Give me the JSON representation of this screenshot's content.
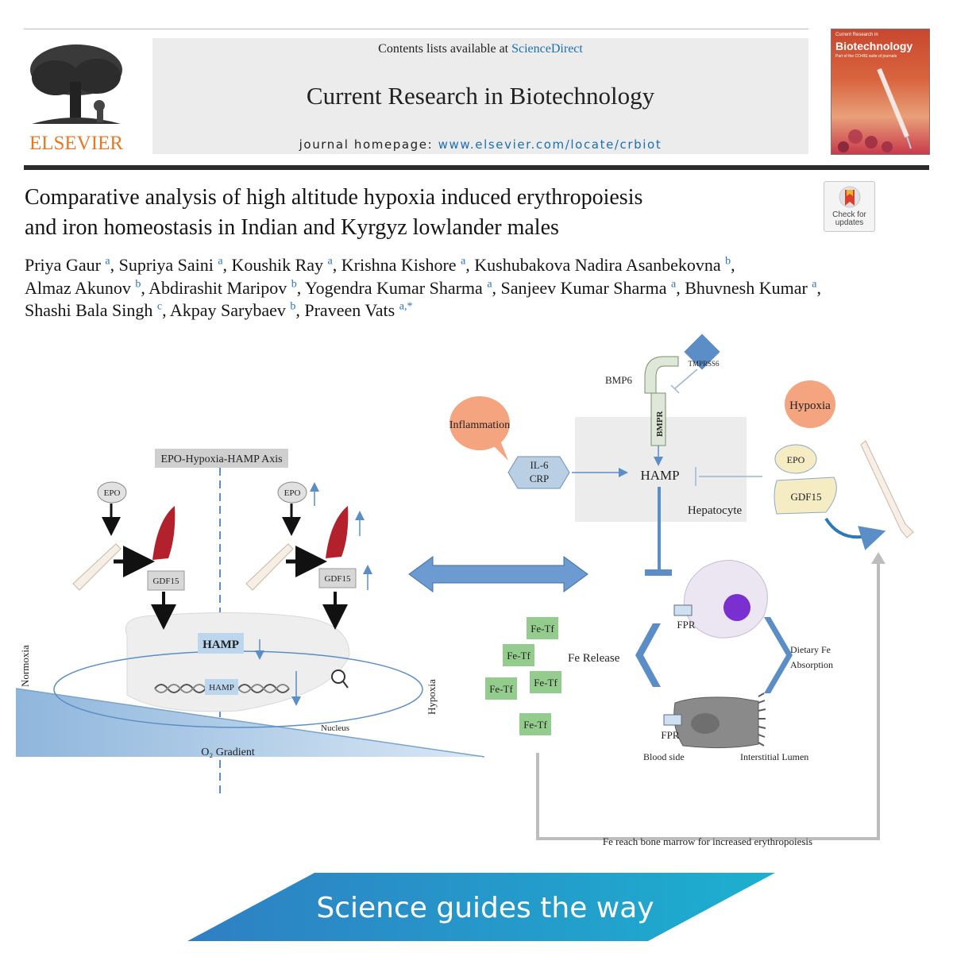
{
  "header": {
    "publisher": "ELSEVIER",
    "contents_prefix": "Contents lists available at ",
    "contents_link": "ScienceDirect",
    "journal_title": "Current Research in Biotechnology",
    "homepage_prefix": "journal homepage: ",
    "homepage_url": "www.elsevier.com/locate/crbiot",
    "cover_series": "Current Research in",
    "cover_title": "Biotechnology",
    "cover_subtitle": "Part of the CO•RE suite of journals"
  },
  "article": {
    "title_line1": "Comparative analysis of high altitude hypoxia induced erythropoiesis",
    "title_line2": "and iron homeostasis in Indian and Kyrgyz lowlander males",
    "check_updates_line1": "Check for",
    "check_updates_line2": "updates",
    "authors": [
      {
        "name": "Priya Gaur",
        "aff": "a",
        "sep": ", "
      },
      {
        "name": "Supriya Saini",
        "aff": "a",
        "sep": ", "
      },
      {
        "name": "Koushik Ray",
        "aff": "a",
        "sep": ", "
      },
      {
        "name": "Krishna Kishore",
        "aff": "a",
        "sep": ", "
      },
      {
        "name": "Kushubakova Nadira Asanbekovna",
        "aff": "b",
        "sep": ","
      },
      {
        "name": "Almaz Akunov",
        "aff": "b",
        "sep": ", "
      },
      {
        "name": "Abdirashit Maripov",
        "aff": "b",
        "sep": ", "
      },
      {
        "name": "Yogendra Kumar Sharma",
        "aff": "a",
        "sep": ", "
      },
      {
        "name": "Sanjeev Kumar Sharma",
        "aff": "a",
        "sep": ", "
      },
      {
        "name": "Bhuvnesh Kumar",
        "aff": "a",
        "sep": ","
      },
      {
        "name": "Shashi Bala Singh",
        "aff": "c",
        "sep": ", "
      },
      {
        "name": "Akpay Sarybaev",
        "aff": "b",
        "sep": ", "
      },
      {
        "name": "Praveen Vats",
        "aff": "a,*",
        "sep": ""
      }
    ]
  },
  "abstract": {
    "axis_title": "EPO-Hypoxia-HAMP Axis",
    "epo": "EPO",
    "gdf15": "GDF15",
    "hamp": "HAMP",
    "normoxia": "Normoxia",
    "hypoxia_side": "Hypoxia",
    "nucleus": "Nucleus",
    "o2_gradient": "O₂ Gradient",
    "bmp6": "BMP6",
    "tmprss6": "TMPRSS6",
    "bmpr": "BMPR",
    "inflammation": "Inflammation",
    "il6": "IL-6",
    "crp": "CRP",
    "hepatocyte": "Hepatocyte",
    "hypoxia_bubble": "Hypoxia",
    "fe_tf": "Fe-Tf",
    "fe_release": "Fe Release",
    "fpr": "FPR",
    "dietary_fe_1": "Dietary Fe",
    "dietary_fe_2": "Absorption",
    "blood_side": "Blood side",
    "interstitial_lumen": "Interstitial Lumen",
    "bone_marrow_note": "Fe reach bone marrow for increased erythropoiesis"
  },
  "footer": {
    "tagline": "Science guides the way"
  },
  "colors": {
    "link_blue": "#1a6fb5",
    "elsevier_orange": "#e87722",
    "abstract_blue": "#5b8ec7",
    "fe_green": "#93cc8c",
    "footer_teal": "#1aa6c8"
  }
}
